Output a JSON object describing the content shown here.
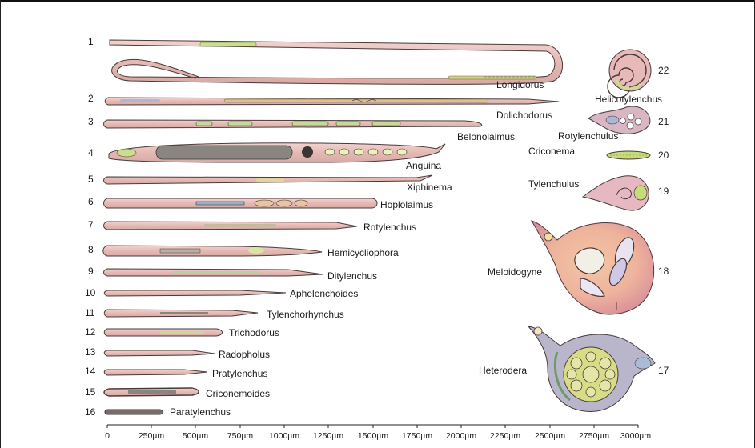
{
  "nematodes": [
    {
      "num": "1",
      "name": "Longidorus"
    },
    {
      "num": "2",
      "name": "Dolichodorus"
    },
    {
      "num": "3",
      "name": "Belonolaimus"
    },
    {
      "num": "4",
      "name": "Anguina"
    },
    {
      "num": "5",
      "name": "Xiphinema"
    },
    {
      "num": "6",
      "name": "Hoplolaimus"
    },
    {
      "num": "7",
      "name": "Rotylenchus"
    },
    {
      "num": "8",
      "name": "Hemicycliophora"
    },
    {
      "num": "9",
      "name": "Ditylenchus"
    },
    {
      "num": "10",
      "name": "Aphelenchoides"
    },
    {
      "num": "11",
      "name": "Tylenchorhynchus"
    },
    {
      "num": "12",
      "name": "Trichodorus"
    },
    {
      "num": "13",
      "name": "Radopholus"
    },
    {
      "num": "14",
      "name": "Pratylenchus"
    },
    {
      "num": "15",
      "name": "Criconemoides"
    },
    {
      "num": "16",
      "name": "Paratylenchus"
    },
    {
      "num": "17",
      "name": "Heterodera"
    },
    {
      "num": "18",
      "name": "Meloidogyne"
    },
    {
      "num": "19",
      "name": "Tylenchulus"
    },
    {
      "num": "20",
      "name": "Criconema"
    },
    {
      "num": "21",
      "name": "Rotylenchulus"
    },
    {
      "num": "22",
      "name": "Helicotylenchus"
    }
  ],
  "scale": {
    "ticks": [
      "0",
      "250µm",
      "500µm",
      "750µm",
      "1000µm",
      "1250µm",
      "1500µm",
      "1750µm",
      "2000µm",
      "2250µm",
      "2500µm",
      "2750µm",
      "3000µm"
    ]
  },
  "colors": {
    "body_fill": "#e9c4bf",
    "body_stroke": "#4a3a3a",
    "cyst_fill": "#b9b6cc",
    "gut_green": "#c9df8e"
  }
}
